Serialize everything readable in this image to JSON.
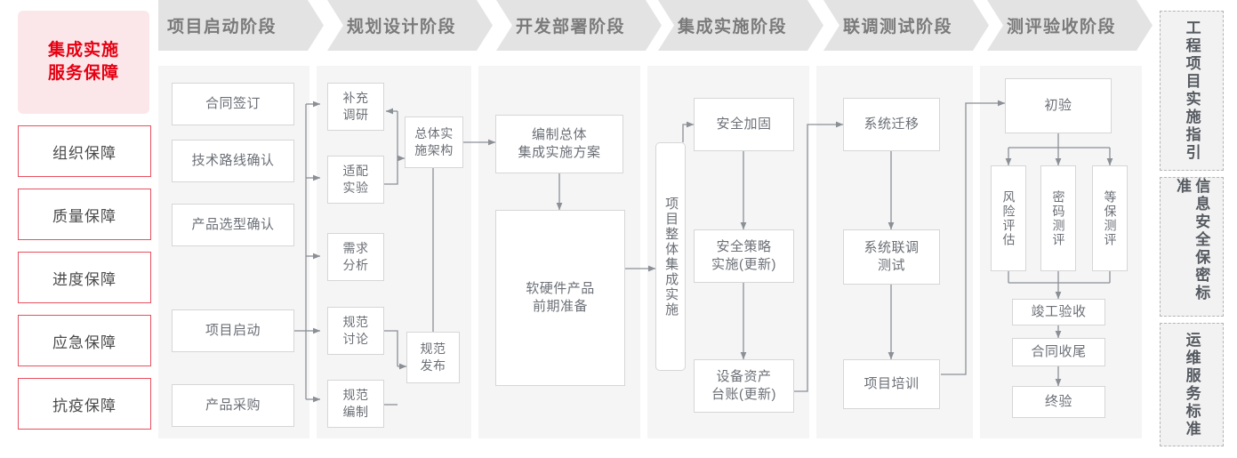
{
  "colors": {
    "brand_red": "#e60012",
    "rail_bg": "#fbe7ea",
    "rail_border": "#e8505f",
    "header_chevron": "#e3e3e3",
    "column_bg": "#f5f5f5",
    "node_border": "#d6d6d6",
    "node_text": "#6b6f76",
    "connector": "#8b8f96",
    "standards_bg": "#f2f2f2",
    "standards_border": "#b5b5b5"
  },
  "left_rail": {
    "title": "集成实施\n服务保障",
    "title_line1": "集成实施",
    "title_line2": "服务保障",
    "items": [
      {
        "label": "组织保障"
      },
      {
        "label": "质量保障"
      },
      {
        "label": "进度保障"
      },
      {
        "label": "应急保障"
      },
      {
        "label": "抗疫保障"
      }
    ]
  },
  "phases": [
    {
      "id": "phase-1",
      "header": "项目启动阶段",
      "nodes": [
        {
          "id": "p1-n1",
          "label": "合同签订"
        },
        {
          "id": "p1-n2",
          "label": "技术路线确认"
        },
        {
          "id": "p1-n3",
          "label": "产品选型确认"
        },
        {
          "id": "p1-n4",
          "label": "项目启动"
        },
        {
          "id": "p1-n5",
          "label": "产品采购"
        }
      ]
    },
    {
      "id": "phase-2",
      "header": "规划设计阶段",
      "nodes": [
        {
          "id": "p2-n1",
          "label": "补充\n调研"
        },
        {
          "id": "p2-n2",
          "label": "适配\n实验"
        },
        {
          "id": "p2-n3",
          "label": "需求\n分析"
        },
        {
          "id": "p2-n4",
          "label": "规范\n讨论"
        },
        {
          "id": "p2-n5",
          "label": "规范\n编制"
        },
        {
          "id": "p2-n6",
          "label": "总体实\n施架构"
        },
        {
          "id": "p2-n7",
          "label": "规范\n发布"
        }
      ]
    },
    {
      "id": "phase-3",
      "header": "开发部署阶段",
      "nodes": [
        {
          "id": "p3-n1",
          "label": "编制总体\n集成实施方案"
        },
        {
          "id": "p3-n2",
          "label": "软硬件产品\n前期准备"
        }
      ]
    },
    {
      "id": "phase-4",
      "header": "集成实施阶段",
      "nodes": [
        {
          "id": "p4-n0",
          "label": "项目整体集成实施"
        },
        {
          "id": "p4-n1",
          "label": "安全加固"
        },
        {
          "id": "p4-n2",
          "label": "安全策略\n实施(更新)"
        },
        {
          "id": "p4-n3",
          "label": "设备资产\n台账(更新)"
        }
      ]
    },
    {
      "id": "phase-5",
      "header": "联调测试阶段",
      "nodes": [
        {
          "id": "p5-n1",
          "label": "系统迁移"
        },
        {
          "id": "p5-n2",
          "label": "系统联调\n测试"
        },
        {
          "id": "p5-n3",
          "label": "项目培训"
        }
      ]
    },
    {
      "id": "phase-6",
      "header": "测评验收阶段",
      "nodes": [
        {
          "id": "p6-n1",
          "label": "初验"
        },
        {
          "id": "p6-n2",
          "label": "风险评估"
        },
        {
          "id": "p6-n3",
          "label": "密码测评"
        },
        {
          "id": "p6-n4",
          "label": "等保测评"
        },
        {
          "id": "p6-n5",
          "label": "竣工验收"
        },
        {
          "id": "p6-n6",
          "label": "合同收尾"
        },
        {
          "id": "p6-n7",
          "label": "终验"
        }
      ]
    }
  ],
  "standards_rail": [
    {
      "id": "std-1",
      "label": "工程项目实施指引"
    },
    {
      "id": "std-2",
      "label": "信息安全保密标准"
    },
    {
      "id": "std-3",
      "label": "运维服务标准"
    }
  ]
}
